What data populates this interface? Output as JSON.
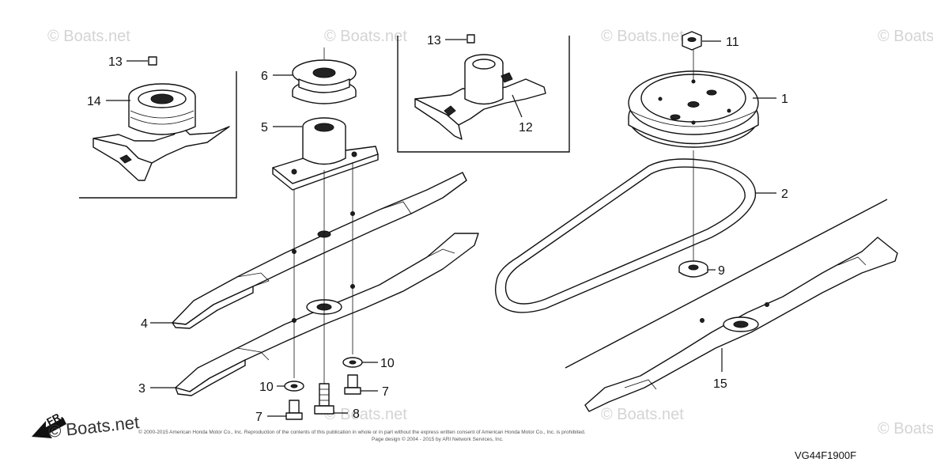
{
  "diagram": {
    "code": "VG44F1900F",
    "direction": "FR.",
    "watermark": "© Boats.net",
    "watermark_main": "© Boats.net",
    "copyright_line1": "© 2000-2015 American Honda Motor Co., Inc. Reproduction of the contents of this publication in whole or in part without the express written consent of American Honda Motor Co., Inc. is prohibited.",
    "copyright_line2": "Page design © 2004 - 2015 by ARI Network Services, Inc.",
    "callouts": {
      "p1": "1",
      "p2": "2",
      "p3": "3",
      "p4": "4",
      "p5": "5",
      "p6": "6",
      "p7a": "7",
      "p7b": "7",
      "p8": "8",
      "p9": "9",
      "p10a": "10",
      "p10b": "10",
      "p11": "11",
      "p12": "12",
      "p13a": "13",
      "p13b": "13",
      "p14": "14",
      "p15": "15"
    }
  }
}
